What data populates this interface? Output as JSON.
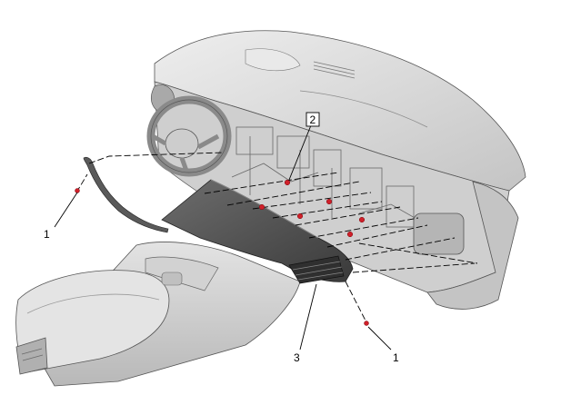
{
  "diagram": {
    "callouts": {
      "one_left": "1",
      "two": "2",
      "three": "3",
      "one_right": "1"
    },
    "colors": {
      "part_light": "#d9d9d9",
      "part_mid": "#bdbdbd",
      "part_shadow": "#9a9a9a",
      "trim_dark": "#5a5a5a",
      "trim_darker": "#3b3b3b",
      "fastener_red": "#d0202a",
      "line": "#000000"
    }
  }
}
